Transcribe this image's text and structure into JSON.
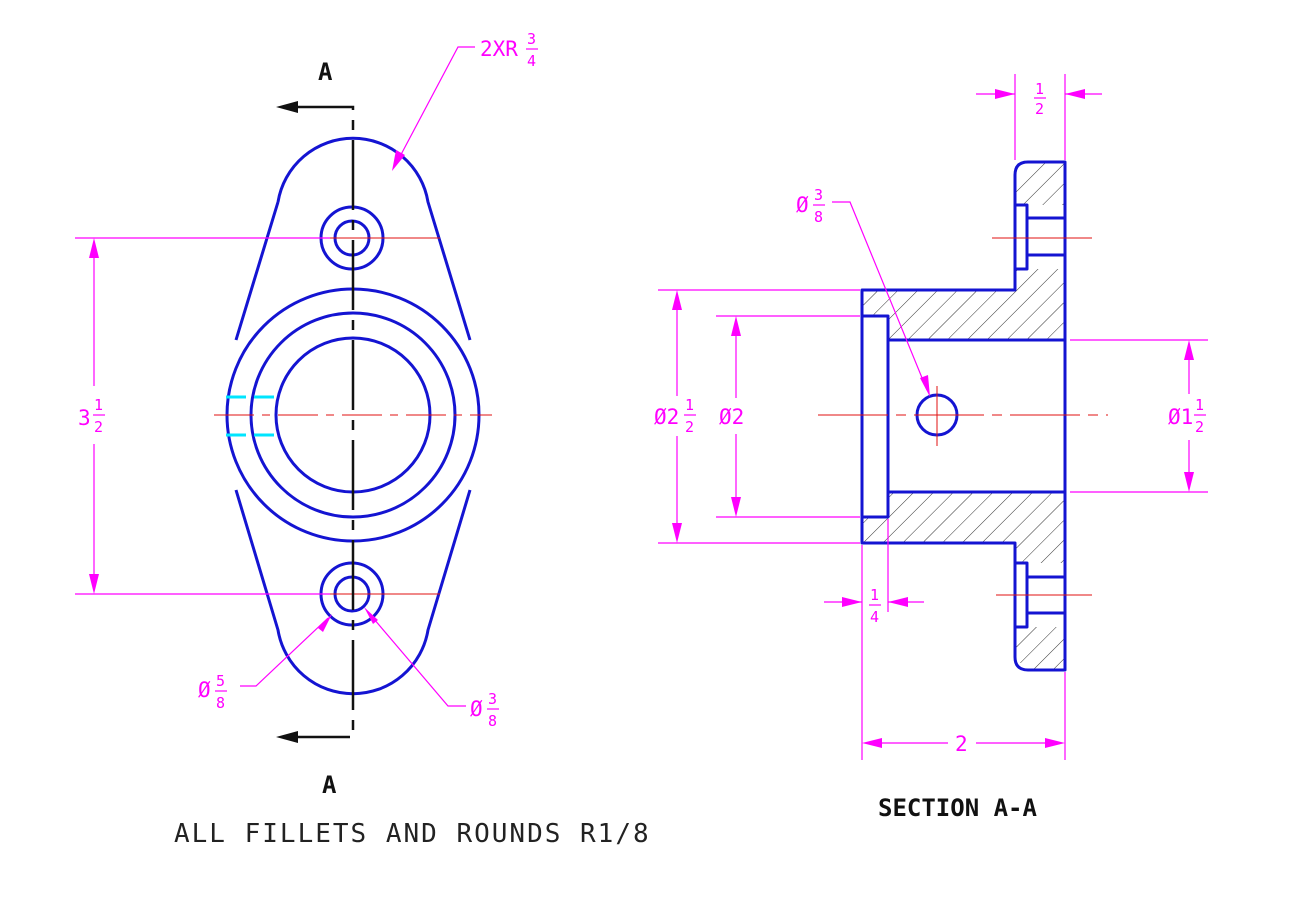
{
  "front_view": {
    "section_label_top": "A",
    "section_label_bottom": "A",
    "fillet_note": "2XR",
    "fillet_num": "3",
    "fillet_den": "4",
    "hole_spacing_whole": "3",
    "hole_spacing_num": "1",
    "hole_spacing_den": "2",
    "cbore_prefix": "Ø",
    "cbore_num": "5",
    "cbore_den": "8",
    "hole_prefix": "Ø",
    "hole_num": "3",
    "hole_den": "8"
  },
  "section_view": {
    "top_width_num": "1",
    "top_width_den": "2",
    "cross_hole_prefix": "Ø",
    "cross_hole_num": "3",
    "cross_hole_den": "8",
    "outer_dia": "Ø2",
    "outer_dia_num": "1",
    "outer_dia_den": "2",
    "counterbore_dia": "Ø2",
    "bore_dia": "Ø1",
    "bore_num": "1",
    "bore_den": "2",
    "recess_num": "1",
    "recess_den": "4",
    "overall_length": "2",
    "title": "SECTION A-A"
  },
  "notes": {
    "general": "ALL FILLETS AND ROUNDS R1/8"
  }
}
